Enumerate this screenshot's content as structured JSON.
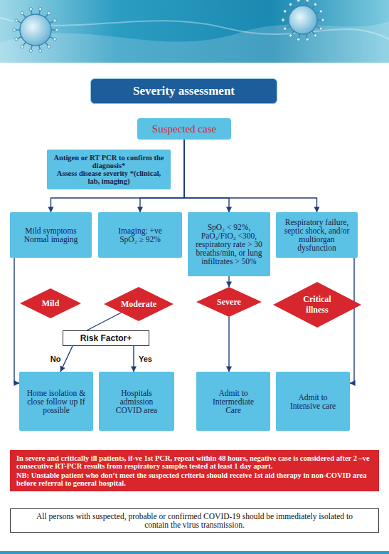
{
  "diagram": {
    "nodes": [
      {
        "text": [
          "Severity assessment"
        ]
      },
      {
        "text": [
          "Suspected case"
        ]
      },
      {
        "text": [
          "Antigen or RT PCR to confirm the diagnosis*",
          "Assess disease severity *(clinical, lab, imaging)"
        ]
      },
      {
        "text": [
          "Mild symptoms Normal imaging"
        ]
      },
      {
        "text": [
          "Imaging: +ve SpO₂ ≥ 92%"
        ]
      },
      {
        "text": [
          "SpO₂ < 92%, PaO₂/FiO₂ <300, respiratory rate > 30 breaths/min, or lung infiltrates > 50%"
        ]
      },
      {
        "text": [
          "Respiratory failure, septic shock, and/or multiorgan dysfunction"
        ]
      },
      {
        "text": [
          "Mild"
        ]
      },
      {
        "text": [
          "Moderate"
        ]
      },
      {
        "text": [
          "Severe"
        ]
      },
      {
        "text": [
          "Critical illness"
        ]
      },
      {
        "text": [
          "Risk Factor+"
        ]
      },
      {
        "text": [
          "Home isolation & close follow up If possible"
        ]
      },
      {
        "text": [
          "Hospitals admission COVID area"
        ]
      },
      {
        "text": [
          "Admit to Intermediate Care"
        ]
      },
      {
        "text": [
          "Admit to Intensive care"
        ]
      },
      {
        "text": [
          "In severe and critically ill patients, if-ve 1st PCR, repeat within 48 hours, negative case is considered after 2 –ve consecutive RT-PCR results from respiratory samples tested at least 1 day apart.",
          "NB: Unstable patient who don’t meet the suspected criteria should receive 1st aid therapy in non-COVID area before referral to general hospital."
        ]
      },
      {
        "text": [
          "All persons with suspected, probable or confirmed COVID-19 should be immediately isolated to contain the virus transmission."
        ]
      }
    ],
    "edges": [
      {
        "from": 1,
        "to": 3,
        "arrow": "to"
      },
      {
        "from": 1,
        "to": 4,
        "arrow": "to"
      },
      {
        "from": 1,
        "to": 5,
        "arrow": "to"
      },
      {
        "from": 1,
        "to": 6,
        "arrow": "to"
      },
      {
        "from": 3,
        "to": 12,
        "arrow": "to"
      },
      {
        "from": 8,
        "to": 11,
        "arrow": "none"
      },
      {
        "from": 11,
        "to": 12,
        "label": "No",
        "arrow": "to"
      },
      {
        "from": 11,
        "to": 13,
        "label": "Yes",
        "arrow": "to"
      },
      {
        "from": 5,
        "to": 9,
        "arrow": "to"
      },
      {
        "from": 9,
        "to": 14,
        "arrow": "to"
      },
      {
        "from": 6,
        "to": 15,
        "arrow": "to"
      }
    ]
  }
}
